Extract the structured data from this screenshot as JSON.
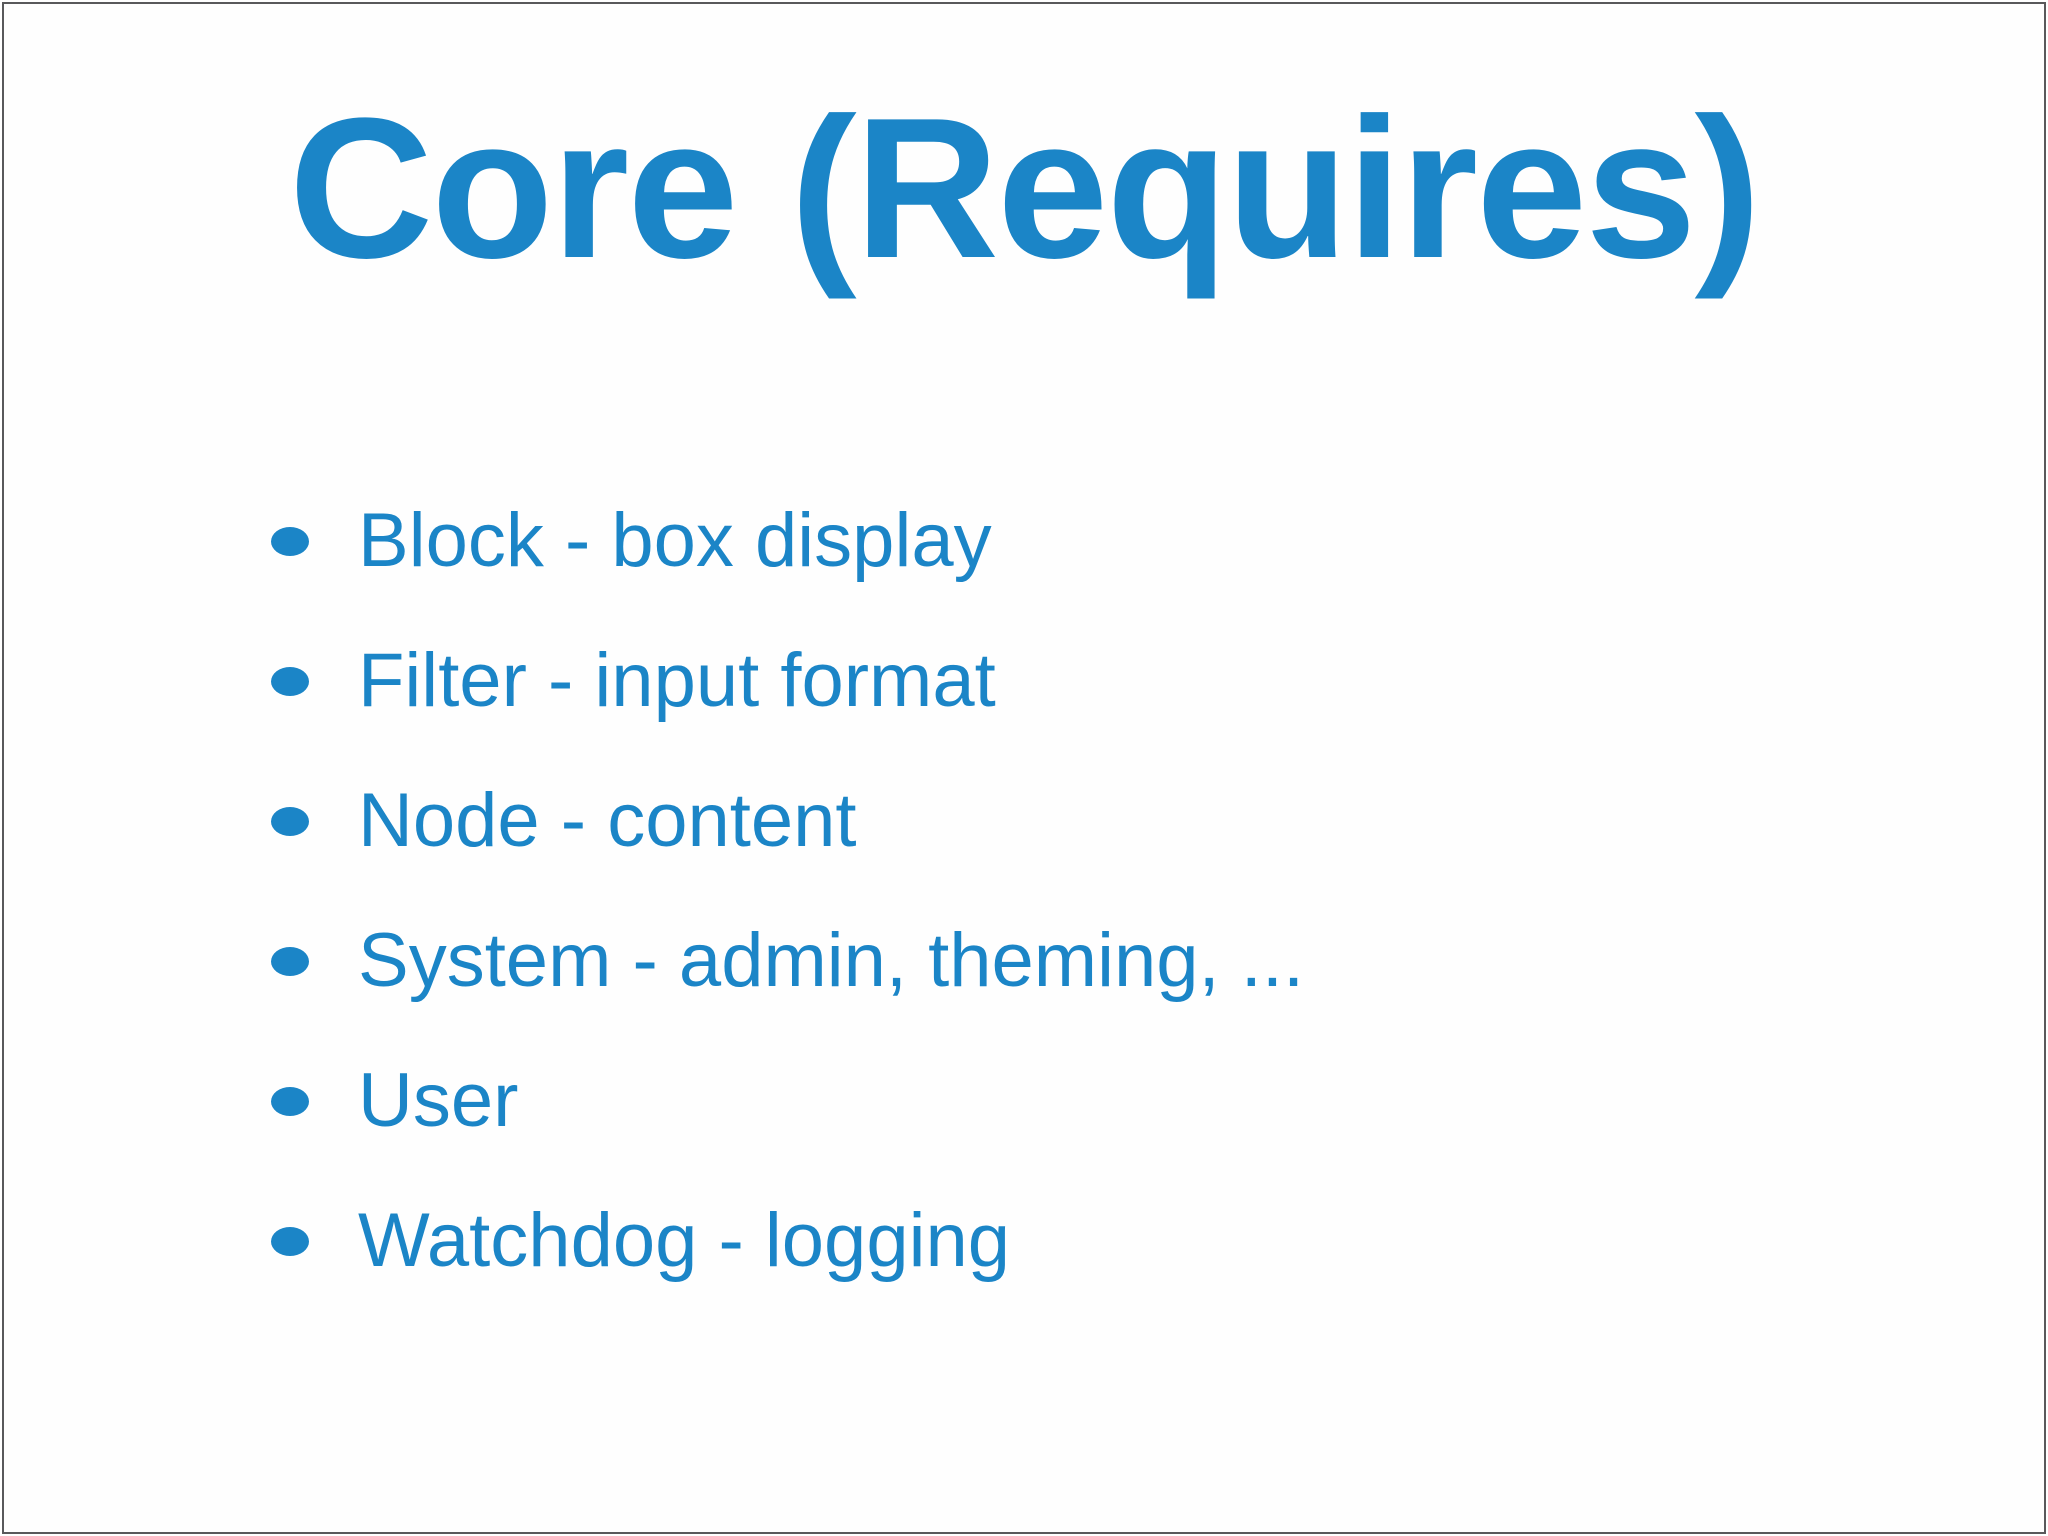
{
  "slide": {
    "title": "Core (Requires)",
    "bullets": [
      "Block - box display",
      "Filter - input format",
      "Node - content",
      "System - admin, theming, ...",
      "User",
      "Watchdog - logging"
    ],
    "colors": {
      "text": "#1b85c7",
      "background": "#fefefe",
      "border": "#59595b"
    }
  }
}
